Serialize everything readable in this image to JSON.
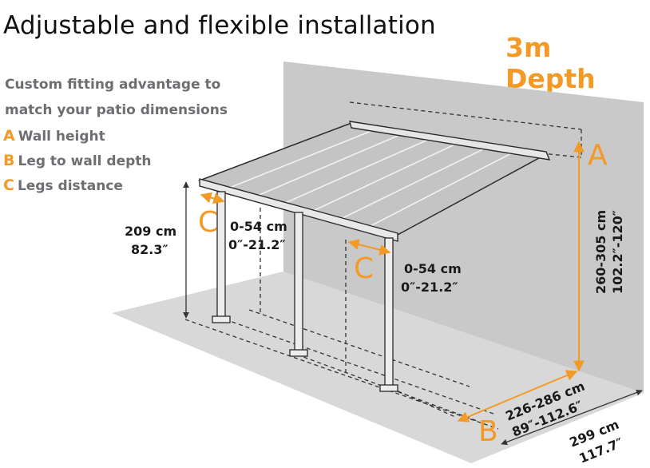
{
  "title": "Adjustable and flexible installation",
  "depth_badge": "3m Depth",
  "intro_lines": [
    "Custom fitting advantage to",
    "match your patio dimensions"
  ],
  "legend": [
    {
      "key": "A",
      "label": "Wall height"
    },
    {
      "key": "B",
      "label": "Leg to wall depth"
    },
    {
      "key": "C",
      "label": "Legs distance"
    }
  ],
  "dimensions": {
    "leg_height": {
      "metric": "209 cm",
      "imperial": "82.3″"
    },
    "legs_distance_left": {
      "metric": "0-54 cm",
      "imperial": "0″-21.2″"
    },
    "legs_distance_right": {
      "metric": "0-54 cm",
      "imperial": "0″-21.2″"
    },
    "wall_height": {
      "metric": "260-305 cm",
      "imperial": "102.2″-120″"
    },
    "leg_to_wall": {
      "metric": "226-286 cm",
      "imperial": "89″-112.6″"
    },
    "depth": {
      "metric": "299 cm",
      "imperial": "117.7″"
    }
  },
  "letters": {
    "a": "A",
    "b": "B",
    "c_left": "C",
    "c_right": "C"
  },
  "colors": {
    "accent": "#f39a26",
    "wall": "#c9c9c9",
    "floor": "#d8d8d8",
    "text": "#1a1a1a",
    "subtext": "#6d6e71"
  }
}
